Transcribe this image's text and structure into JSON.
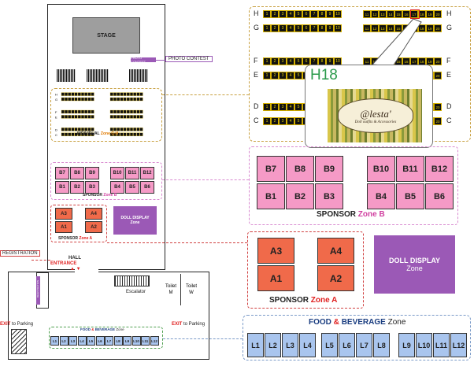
{
  "stage": "STAGE",
  "photo_contest": "PHOTO CONTEST",
  "photo_contest_small": "PHOTO CONTEST",
  "rows_left": [
    "H",
    "G",
    "F",
    "E",
    "D",
    "C"
  ],
  "rows_right": [
    "H",
    "G",
    "F",
    "E",
    "D",
    "C"
  ],
  "seats_left_block": [
    "1",
    "2",
    "3",
    "4",
    "5",
    "6",
    "7",
    "8",
    "9",
    "10"
  ],
  "seats_right_block": [
    "11",
    "12",
    "13",
    "14",
    "15",
    "16",
    "17",
    "18",
    "19",
    "20"
  ],
  "individual_zone": {
    "prefix": "INDIVIDUAL",
    "zone": "Zone C-H"
  },
  "sponsor_b": {
    "prefix": "SPONSOR",
    "zone": "Zone B",
    "booths": [
      "B7",
      "B8",
      "B9",
      "B10",
      "B11",
      "B12",
      "B1",
      "B2",
      "B3",
      "B4",
      "B5",
      "B6"
    ]
  },
  "sponsor_a": {
    "prefix": "SPONSOR",
    "zone": "Zone A",
    "booths": [
      "A3",
      "A4",
      "A1",
      "A2"
    ]
  },
  "doll_display": {
    "line1": "DOLL DISPLAY",
    "line2": "Zone"
  },
  "food_beverage": {
    "food": "FOOD",
    "amp": "&",
    "beverage": "BEVERAGE",
    "zone": "Zone",
    "booths": [
      "L1",
      "L2",
      "L3",
      "L4",
      "L5",
      "L6",
      "L7",
      "L8",
      "L9",
      "L10",
      "L11",
      "L12"
    ]
  },
  "popup": {
    "code": "H18",
    "logo_text": "@lesta'",
    "logo_sub": "Doll outfits & Accessories"
  },
  "registration": "REGISTRATION",
  "registration_vertical": "REGISTRATION",
  "hall_entrance": {
    "hall": "HALL",
    "entrance": "ENTRANCE"
  },
  "escalator": "Escalator",
  "toilet_m": {
    "label": "Toilet",
    "letter": "M"
  },
  "toilet_w": {
    "label": "Toilet",
    "letter": "W"
  },
  "exit_left": {
    "exit": "EXIT",
    "rest": "to Parking"
  },
  "exit_right": {
    "exit": "EXIT",
    "rest": "to Parking"
  },
  "colors": {
    "pink": "#f59ac6",
    "orange": "#f06a4a",
    "blue": "#a9c5ee",
    "violet": "#9b59b6",
    "seat": "#111111"
  }
}
